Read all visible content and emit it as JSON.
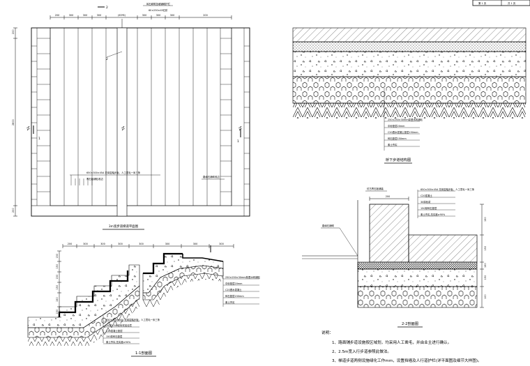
{
  "title_block": {
    "sheet_label": "第 1 页",
    "total_label": "共 1 页"
  },
  "plan": {
    "title": "3m宽步道梯道平面图",
    "top_dims": [
      "200",
      "300",
      "300",
      "300",
      "(63*8)",
      "300",
      "300",
      "300",
      "200"
    ],
    "left_dims": [
      "200",
      "2800",
      "200"
    ],
    "section_marks": [
      "2",
      "2",
      "1",
      "1"
    ],
    "top_callouts": [
      "砖石砌筑挡墙铺砌护栏",
      "60×250×45石阶"
    ],
    "callout_lower": [
      "650×300×45A 花岗岩踏步板，人工凿毛一米三条",
      "青石板铺贴收边"
    ],
    "callout_right": "路缘石铺砌收边"
  },
  "section_1": {
    "title": "1-1剖面图",
    "top_dims": [
      "200",
      "300",
      "300",
      "300",
      "300",
      "300",
      "300",
      "300"
    ],
    "left_dims": [
      "150",
      "150",
      "150",
      "150",
      "150",
      "150"
    ],
    "layers_left": [
      "650×300×45A 花岗岩踏步板，人工凿毛一米三条",
      "20厚1:2水泥砂浆结合层",
      "C20混凝土垫层",
      "150厚碎石垫层",
      "素土夯实,压实度≥90%"
    ],
    "layers_right": [
      "250×250×30mm厚透水砖铺贴",
      "中砂垫层20mm",
      "C20透水混凝土",
      "碎石垫层150mm",
      "素土夯实"
    ]
  },
  "walkway": {
    "title": "桥下步道结构图",
    "layers": [
      "250×250×30mm厚透水砖铺贴",
      "中砂垫层20mm",
      "C20透水混凝土垫层150mm",
      "碎石垫层150mm",
      "素土夯实"
    ]
  },
  "section_2": {
    "title": "2-2剖面图",
    "top_callout": "仿古青石板铺装",
    "top_dim": "200",
    "right_dims": [
      "150",
      "150",
      "150",
      "150",
      "100"
    ],
    "layers": [
      "650×300×45A 花岗岩踏步板，人工凿毛一米三条",
      "C20混凝土",
      "30厚砂浆",
      "150厚碎石垫层",
      "素土夯实,压实度≥90%"
    ],
    "left_callout": "路缘石铺砌"
  },
  "notes": {
    "title": "说明：",
    "items": [
      "1、路面铺步道设施按区域划，均采用人工凿毛，并由业主进行确认。",
      "2、2.5m宽入行步道参照此做法。",
      "3、梯道步道两侧设施绿化工作mm，设置挡墙及人行道护栏(详平面图及细节大样图)。"
    ]
  }
}
